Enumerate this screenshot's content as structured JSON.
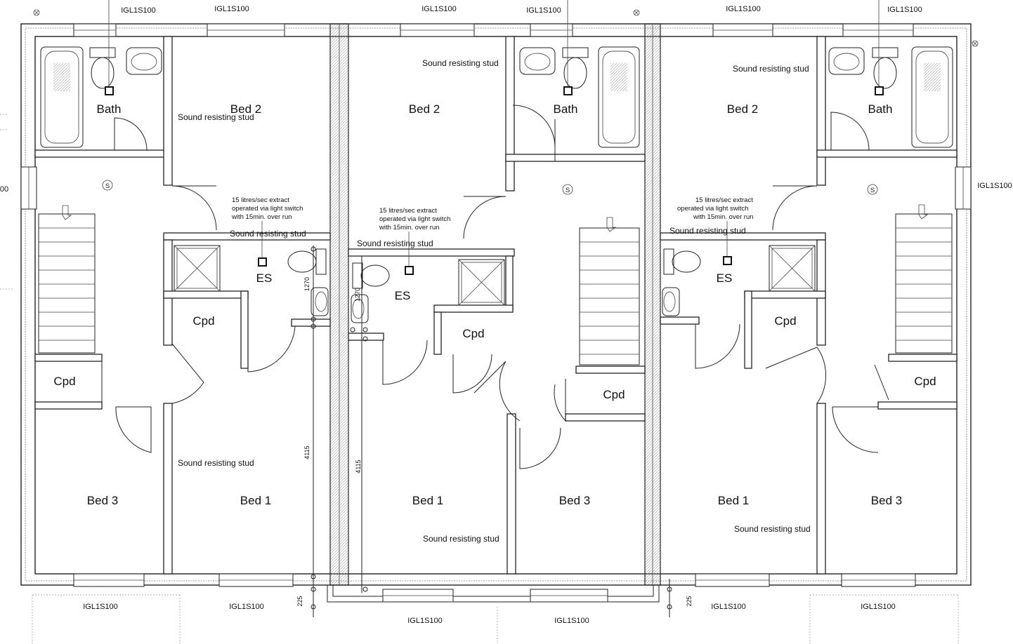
{
  "rooms": {
    "bath": "Bath",
    "bed1": "Bed 1",
    "bed2": "Bed 2",
    "bed3": "Bed 3",
    "cpd": "Cpd",
    "es": "ES",
    "stair_symbol": "S"
  },
  "notes": {
    "sound_stud": "Sound resisting stud",
    "extract_line1": "15 litres/sec extract",
    "extract_line2": "operated via light switch",
    "extract_line3": "with 15min. over run"
  },
  "windows": {
    "code": "IGL1S100",
    "code_partial": "00"
  },
  "dimensions": {
    "d1270": "1270",
    "d4115": "4115",
    "d225": "225"
  }
}
